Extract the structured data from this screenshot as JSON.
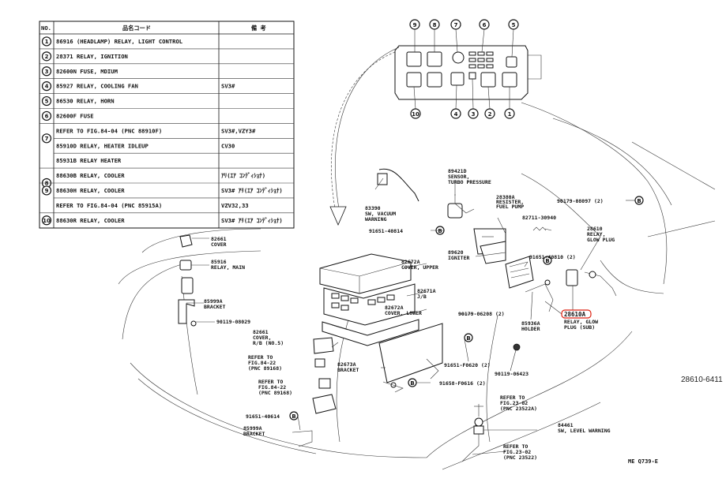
{
  "table": {
    "header_no": "NO.",
    "header_code": "品名コード",
    "header_note": "備 考",
    "rows": [
      {
        "n": "1",
        "code": "86916  (HEADLAMP) RELAY, LIGHT CONTROL",
        "note": ""
      },
      {
        "n": "2",
        "code": "28371  RELAY, IGNITION",
        "note": ""
      },
      {
        "n": "3",
        "code": "82600N FUSE, MDIUM",
        "note": ""
      },
      {
        "n": "4",
        "code": "85927  RELAY, COOLING FAN",
        "note": "SV3#"
      },
      {
        "n": "5",
        "code": "86530  RELAY, HORN",
        "note": ""
      },
      {
        "n": "6",
        "code": "82600F FUSE",
        "note": ""
      },
      {
        "n": "7",
        "code": "REFER TO FIG.84-04 (PNC 88910F)",
        "note": "SV3#,VZY3#"
      },
      {
        "n": "",
        "code": "85910D RELAY, HEATER IDLEUP",
        "note": "CV30"
      },
      {
        "n": "",
        "code": "85931B RELAY HEATER",
        "note": ""
      },
      {
        "n": "8",
        "code": "88630B RELAY, COOLER",
        "note": "ｱﾘ(ｴｱ ｺﾝﾃﾞｨｼｮﾅ)"
      },
      {
        "n": "9",
        "code": "88630H RELAY, COOLER",
        "note": "SV3# ｱﾘ(ｴｱ ｺﾝﾃﾞｨｼｮﾅ)"
      },
      {
        "n": "",
        "code": "REFER TO FIG.84-04 (PNC 85915A)",
        "note": "VZV32,33"
      },
      {
        "n": "10",
        "code": "88630R RELAY, COOLER",
        "note": "SV3# ｱﾘ(ｴｱ ｺﾝﾃﾞｨｼｮﾅ)"
      }
    ]
  },
  "relay_block_numbers": {
    "top": [
      "9",
      "8",
      "7",
      "6",
      "5"
    ],
    "bottom": [
      "10",
      "4",
      "3",
      "2",
      "1"
    ]
  },
  "callouts": {
    "sensor": [
      "89421D",
      "SENSOR,",
      "TURBO PRESSURE"
    ],
    "vacuum": [
      "83390",
      "SW, VACUUM",
      "WARNING"
    ],
    "resister": [
      "28380A",
      "RESISTER,",
      "FUEL PUMP"
    ],
    "p_90179_top": "90179-08097 (2)",
    "p_82711": "82711-30940",
    "p_91651_a": "91651-40814",
    "glow": [
      "28610",
      "RELAY,",
      "GLOW PLUG"
    ],
    "cover_82661": [
      "82661",
      "COVER"
    ],
    "relay_main": [
      "85916",
      "RELAY, MAIN"
    ],
    "igniter": [
      "89620",
      "IGNITER"
    ],
    "p_91651_b": "91651-40810 (2)",
    "cover_upper": [
      "82672A",
      "COVER, UPPER"
    ],
    "jb": [
      "82671A",
      "J/B"
    ],
    "bracket_85999": [
      "85999A",
      "BRACKET"
    ],
    "p_90119_a": "90119-08029",
    "cover_lower": [
      "82672A",
      "COVER, LOWER"
    ],
    "p_90179_b": "90179-06208 (2)",
    "holder": [
      "85936A",
      "HOLDER"
    ],
    "highlight": "28610A",
    "glow_sub": [
      "RELAY, GLOW",
      "PLUG (SUB)"
    ],
    "cover_rb": [
      "82661",
      "COVER,",
      "R/B (NO.5)"
    ],
    "refer1": [
      "REFER TO",
      "FIG.84-22",
      "(PNC 89168)"
    ],
    "bracket_82673": [
      "82673A",
      "BRACKET"
    ],
    "p_91651_f": "91651-F0620 (2)",
    "p_90119_b": "90119-06423",
    "refer2": [
      "REFER TO",
      "FIG.84-22",
      "(PNC 89168)"
    ],
    "p_91658": "91658-F0616 (2)",
    "p_91651_c": "91651-40614",
    "bracket_bottom": [
      "85999A",
      "BRACKET"
    ],
    "refer3": [
      "REFER TO",
      "FIG.23-02",
      "(PNC 23522A)"
    ],
    "sw_level": [
      "84461",
      "SW, LEVEL WARNING"
    ],
    "refer4": [
      "REFER TO",
      "FIG.23-02",
      "(PNC 23522)"
    ],
    "b_marker": "B"
  },
  "side_code": "28610-6411",
  "figure_code": "ME Q739-E"
}
